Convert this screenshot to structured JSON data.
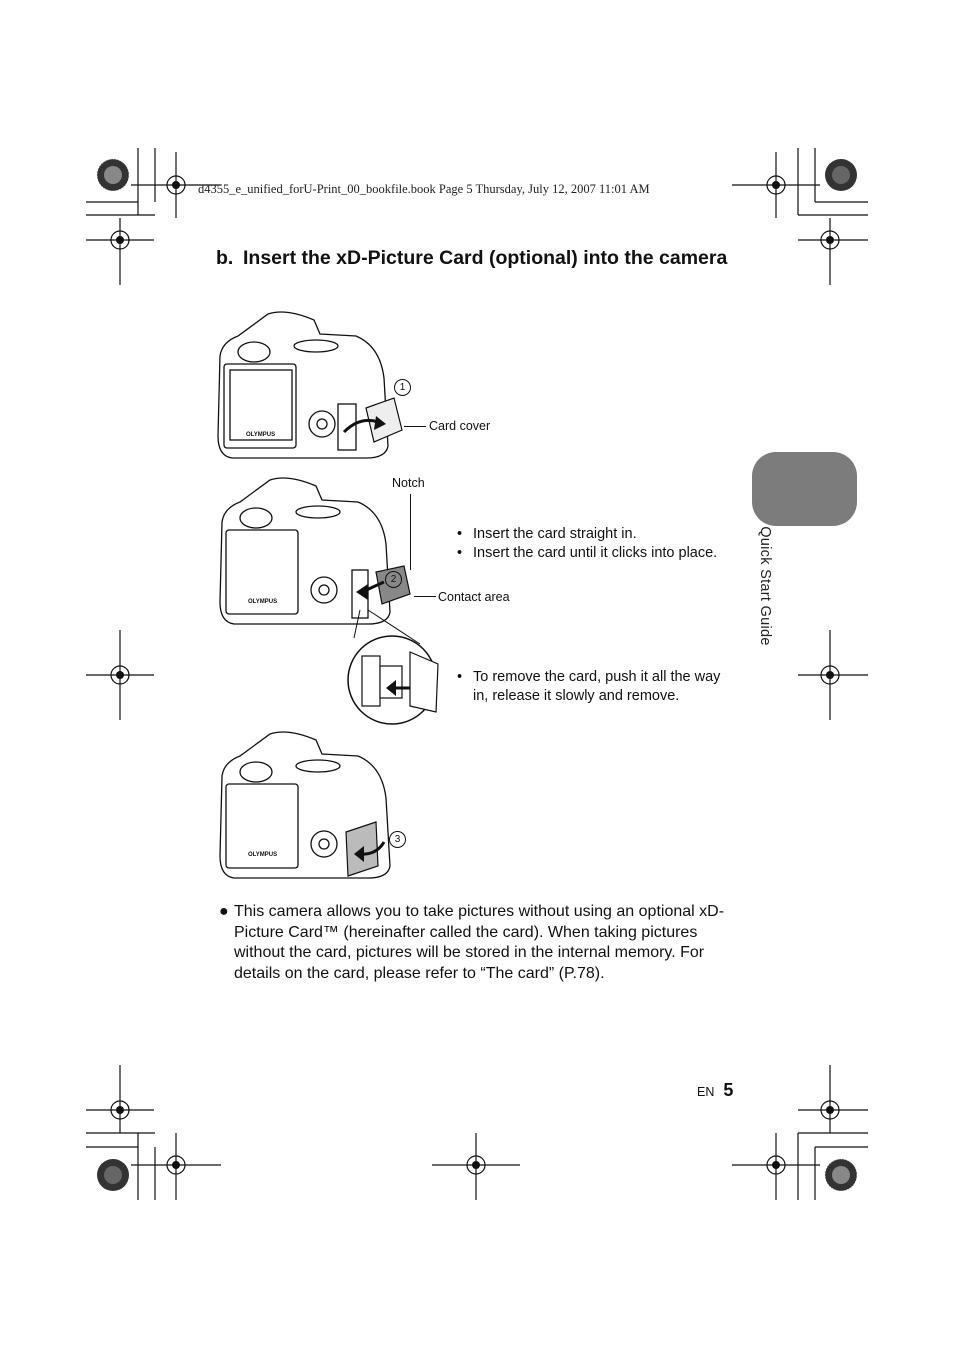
{
  "header": {
    "file_info": "d4355_e_unified_forU-Print_00_bookfile.book  Page 5  Thursday, July 12, 2007  11:01 AM"
  },
  "section": {
    "prefix": "b.",
    "title": "Insert the xD-Picture Card (optional) into the camera"
  },
  "figure1": {
    "step_number": "1",
    "callout_card_cover": "Card cover",
    "brand": "OLYMPUS"
  },
  "figure2": {
    "step_number": "2",
    "callout_notch": "Notch",
    "callout_contact_area": "Contact area",
    "brand": "OLYMPUS",
    "instructions": [
      "Insert the card straight in.",
      "Insert the card until it clicks into place."
    ],
    "remove_instruction_line1": "To remove the card, push it all the way",
    "remove_instruction_line2": "in, release it slowly and remove."
  },
  "figure3": {
    "step_number": "3",
    "brand": "OLYMPUS"
  },
  "note": {
    "bullet": "●",
    "text": "This camera allows you to take pictures without using an optional xD-Picture Card™ (hereinafter called the card). When taking pictures without the card, pictures will be stored in the internal memory. For details on the card, please refer to “The card” (P.78)."
  },
  "side_tab": {
    "label": "Quick Start Guide",
    "color": "#7c7c7c"
  },
  "footer": {
    "lang": "EN",
    "page_number": "5"
  }
}
